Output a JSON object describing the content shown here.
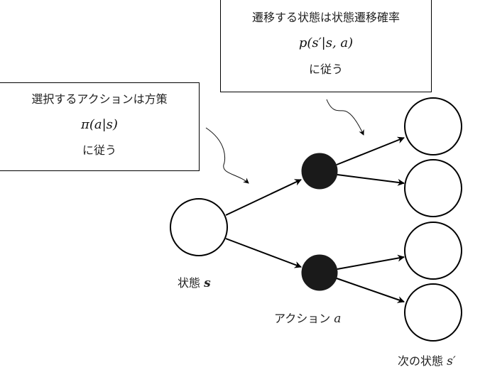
{
  "callouts": {
    "transition": {
      "line1": "遷移する状態は状態遷移確率",
      "formula": "p(s′|s, a)",
      "line3": "に従う"
    },
    "policy": {
      "line1": "選択するアクションは方策",
      "formula": "π(a|s)",
      "line3": "に従う"
    }
  },
  "labels": {
    "state": {
      "text": "状態",
      "symbol": "s"
    },
    "action": {
      "text": "アクション",
      "symbol": "a"
    },
    "next_state": {
      "text": "次の状態",
      "symbol": "s′"
    }
  },
  "colors": {
    "line": "#000000",
    "action_fill": "#1a1a1a",
    "state_fill": "#ffffff"
  }
}
